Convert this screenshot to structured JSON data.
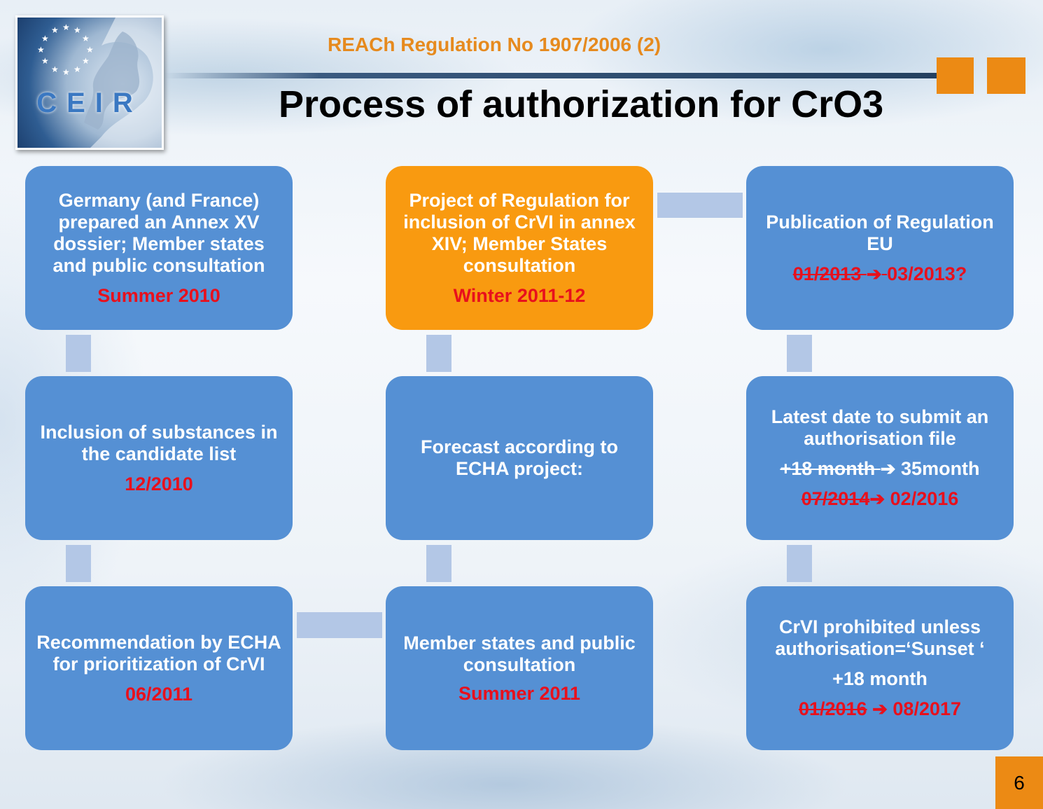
{
  "header": {
    "logo_text": "CEIR",
    "subtitle": "REACh Regulation No 1907/2006 (2)",
    "title": "Process of authorization for CrO3"
  },
  "boxes": {
    "b1": {
      "text": "Germany (and France) prepared an Annex XV dossier; Member states and public consultation",
      "date": "Summer 2010"
    },
    "b2": {
      "text": "Inclusion of substances in the candidate list",
      "date": "12/2010"
    },
    "b3": {
      "text": "Recommendation by ECHA for prioritization of CrVI",
      "date": "06/2011"
    },
    "b4": {
      "text": "Member states and public consultation",
      "date": "Summer 2011"
    },
    "b5": {
      "text": "Forecast according to ECHA project:"
    },
    "b6": {
      "text": "Project of Regulation for inclusion of CrVI in annex XIV; Member States consultation",
      "date": "Winter 2011-12"
    },
    "b7": {
      "text": "Publication of Regulation EU",
      "date_old": "01/2013 ",
      "date_new": "03/2013?"
    },
    "b8": {
      "text": "Latest date to submit an authorisation file",
      "dur_old": "+18 month ",
      "dur_new": "35month",
      "date_old": "07/2014",
      "date_new": "02/2016"
    },
    "b9": {
      "text": "CrVI prohibited unless authorisation=‘Sunset ‘",
      "duration": "+18 month",
      "date_old": "01/2016",
      "date_new": "08/2017"
    }
  },
  "arrow_symbol": "➔",
  "page_number": "6",
  "colors": {
    "box_blue": "#5590d4",
    "box_orange": "#f99a10",
    "date_red": "#e8101c",
    "accent_orange": "#ec8a14",
    "connector": "#b3c7e6"
  }
}
